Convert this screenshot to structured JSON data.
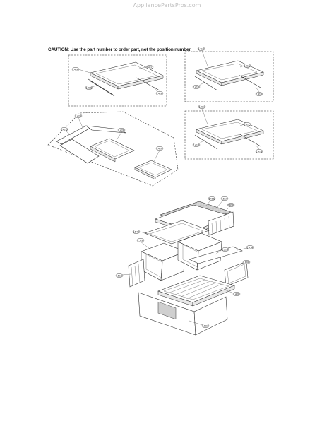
{
  "watermark": "AppliancePartsPros.com",
  "caution": "CAUTION: Use the part number to order part, not the position number.",
  "callouts": {
    "g1_a": "141A",
    "g1_c": "141C",
    "g1_b": "141B",
    "g2_a": "141A",
    "g2_c": "141C",
    "g2_b1": "141B",
    "g2_b2": "141B",
    "g3_a": "141A",
    "g3_c": "141C",
    "g3_b1": "141B",
    "g3_b2": "141B",
    "g4_a": "142A",
    "g4_d": "142D",
    "g4_b": "142B",
    "g4_c": "142C",
    "b_141d": "141D",
    "b_161c": "161C",
    "b_161b": "161B",
    "b_154a": "154A",
    "b_151b": "151B",
    "b_121a": "121A",
    "b_145a": "145A",
    "b_160b": "160B",
    "b_151a": "151A",
    "b_142e": "142E",
    "b_160a": "160A"
  }
}
